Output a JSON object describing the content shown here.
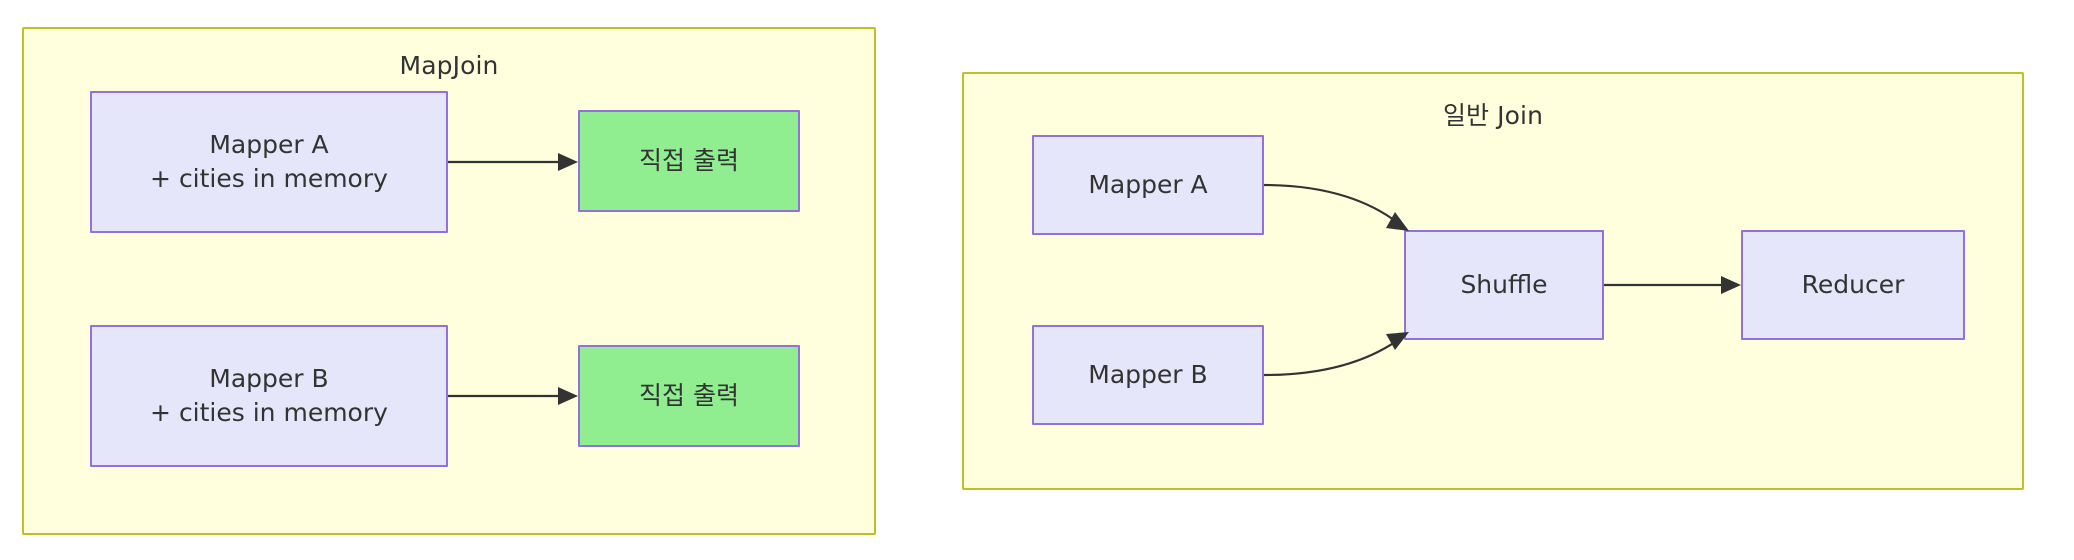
{
  "diagram": {
    "title_left": "MapJoin",
    "title_right": "일반 Join",
    "accent_cluster_border": "#bfbf28",
    "accent_cluster_fill": "#ffffde",
    "accent_node_border": "#9370db",
    "accent_node_fill": "#e6e6fa",
    "accent_output_fill": "#90ee90",
    "edge_color": "#333333"
  },
  "left_panel": {
    "title": "MapJoin",
    "nodes": {
      "mapper_a_line1": "Mapper A",
      "mapper_a_line2": "+ cities in memory",
      "mapper_b_line1": "Mapper B",
      "mapper_b_line2": "+ cities in memory",
      "output_a": "직접 출력",
      "output_b": "직접 출력"
    }
  },
  "right_panel": {
    "title": "일반 Join",
    "nodes": {
      "mapper_a": "Mapper A",
      "mapper_b": "Mapper B",
      "shuffle": "Shuffle",
      "reducer": "Reducer"
    }
  }
}
